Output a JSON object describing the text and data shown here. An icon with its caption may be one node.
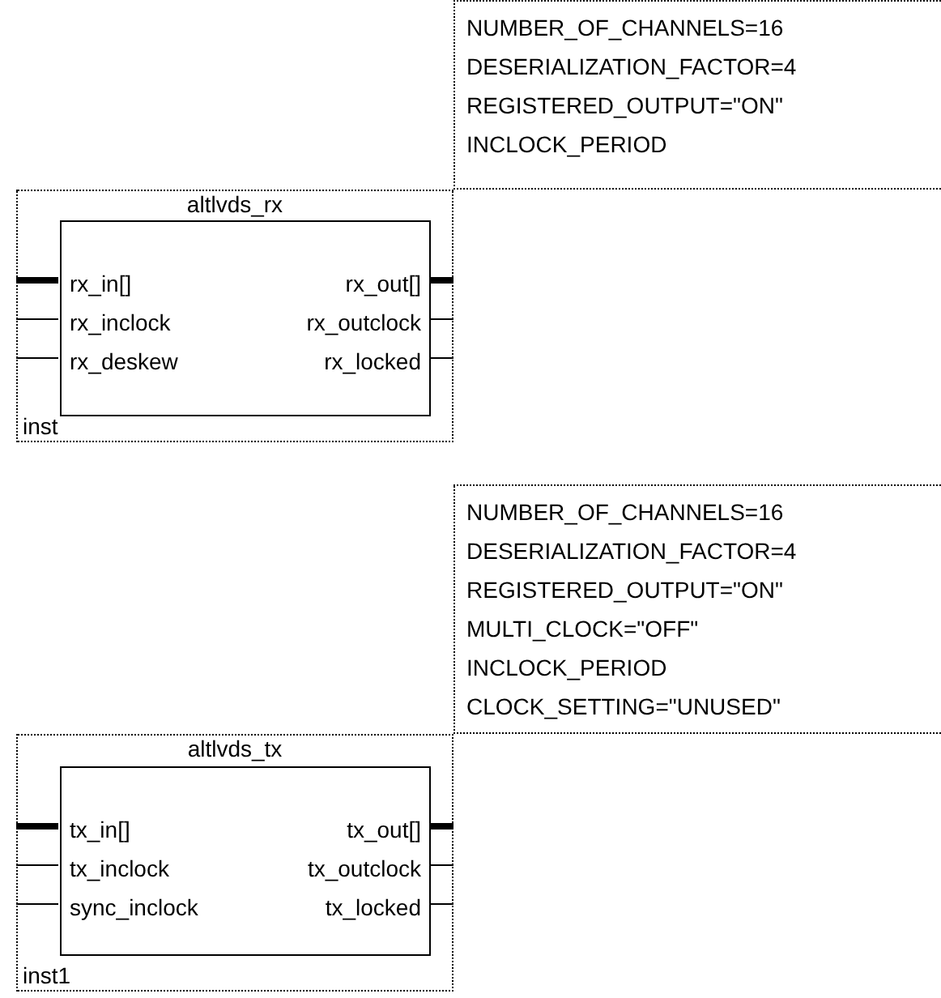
{
  "diagram": {
    "nodes": [
      {
        "text": [
          "NUMBER_OF_CHANNELS=16",
          "DESERIALIZATION_FACTOR=4",
          "REGISTERED_OUTPUT=\"ON\"",
          "INCLOCK_PERIOD"
        ]
      },
      {
        "text": [
          "altlvds_rx",
          "inst"
        ]
      },
      {
        "text": [
          "rx_in[]",
          "rx_out[]",
          "rx_inclock",
          "rx_outclock",
          "rx_deskew",
          "rx_locked"
        ],
        "in": 1
      },
      {
        "text": [
          "NUMBER_OF_CHANNELS=16",
          "DESERIALIZATION_FACTOR=4",
          "REGISTERED_OUTPUT=\"ON\"",
          "MULTI_CLOCK=\"OFF\"",
          "INCLOCK_PERIOD",
          "CLOCK_SETTING=\"UNUSED\""
        ]
      },
      {
        "text": [
          "altlvds_tx",
          "inst1"
        ]
      },
      {
        "text": [
          "tx_in[]",
          "tx_out[]",
          "tx_inclock",
          "tx_outclock",
          "sync_inclock",
          "tx_locked"
        ],
        "in": 4
      }
    ],
    "edges": [
      {
        "from": 2,
        "to": null,
        "arrow": "none",
        "style": "thick"
      },
      {
        "from": 2,
        "to": null,
        "arrow": "none",
        "style": "thick"
      },
      {
        "from": 2,
        "to": null,
        "arrow": "none"
      },
      {
        "from": 2,
        "to": null,
        "arrow": "none"
      },
      {
        "from": 2,
        "to": null,
        "arrow": "none"
      },
      {
        "from": 2,
        "to": null,
        "arrow": "none"
      },
      {
        "from": 5,
        "to": null,
        "arrow": "none",
        "style": "thick"
      },
      {
        "from": 5,
        "to": null,
        "arrow": "none",
        "style": "thick"
      },
      {
        "from": 5,
        "to": null,
        "arrow": "none"
      },
      {
        "from": 5,
        "to": null,
        "arrow": "none"
      },
      {
        "from": 5,
        "to": null,
        "arrow": "none"
      },
      {
        "from": 5,
        "to": null,
        "arrow": "none"
      }
    ]
  }
}
